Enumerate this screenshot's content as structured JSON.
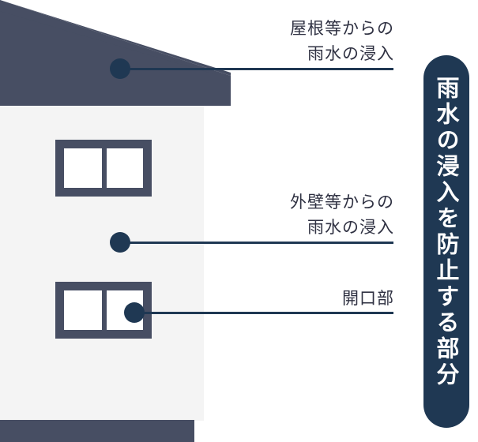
{
  "labels": {
    "roof": {
      "line1": "屋根等からの",
      "line2": "雨水の浸入"
    },
    "wall": {
      "line1": "外壁等からの",
      "line2": "雨水の浸入"
    },
    "opening": "開口部"
  },
  "banner": "雨水の浸入を防止する部分",
  "colors": {
    "house_dark": "#474e63",
    "wall": "#f4f4f4",
    "accent": "#1f3853",
    "text": "#2f3142"
  }
}
